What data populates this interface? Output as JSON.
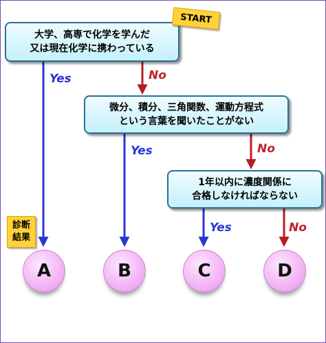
{
  "tag_start": "START",
  "tag_result": [
    "診断",
    "結果"
  ],
  "q1": [
    "大学、高専で化学を学んだ",
    "又は現在化学に携わっている"
  ],
  "q2": [
    "微分、積分、三角関数、運動方程式",
    "という言葉を聞いたことがない"
  ],
  "q3": [
    "1年以内に濃度関係に",
    "合格しなければならない"
  ],
  "yes": "Yes",
  "no": "No",
  "results": [
    "A",
    "B",
    "C",
    "D"
  ],
  "colors": {
    "yes_arrow": "#2a35d6",
    "no_arrow": "#b71c22",
    "box_border": "#2a6f95",
    "tag": "#ffd23a"
  }
}
